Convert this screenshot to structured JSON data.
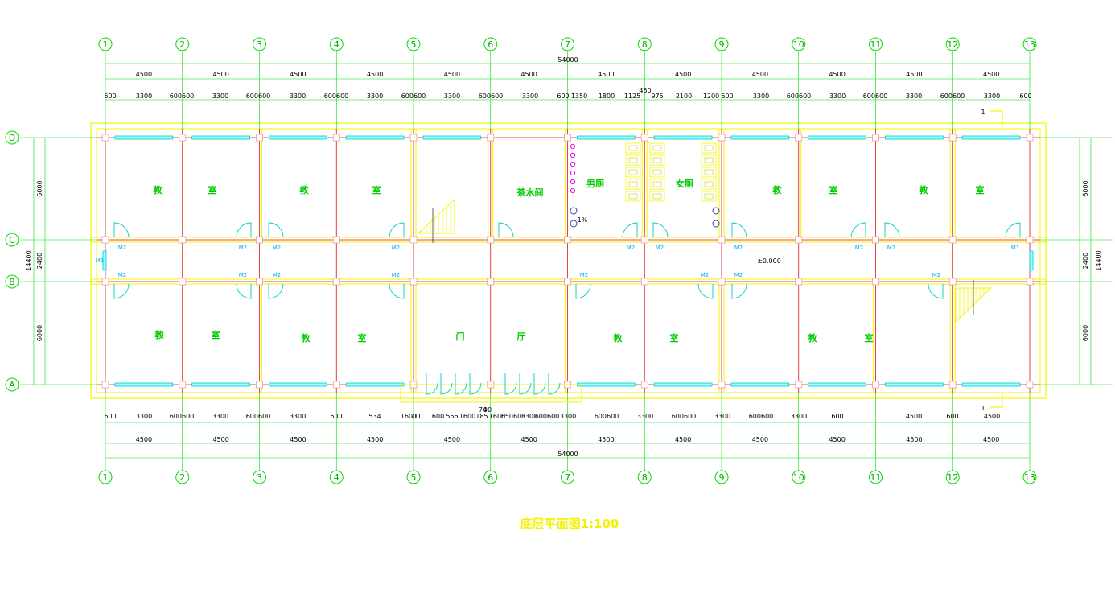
{
  "title": "底层平面图1:100",
  "axes_numbers": [
    "1",
    "2",
    "3",
    "4",
    "5",
    "6",
    "7",
    "8",
    "9",
    "10",
    "11",
    "12",
    "13"
  ],
  "axes_letters": [
    "D",
    "C",
    "B",
    "A"
  ],
  "dims": {
    "total": "54000",
    "bay": "4500",
    "top_detail": [
      "600",
      "3300",
      "600600",
      "3300",
      "600600",
      "3300",
      "600600",
      "3300",
      "600600",
      "3300",
      "600600",
      "3300",
      "600",
      "1350",
      "1800",
      "1125",
      "975",
      "2100",
      "1200",
      "600",
      "3300",
      "600600",
      "3300",
      "600600",
      "3300",
      "600600",
      "3300",
      "600"
    ],
    "top_450": "450",
    "bottom_detail": [
      "600",
      "3300",
      "600600",
      "3300",
      "600600",
      "3300",
      "600",
      "534",
      "1600",
      "200",
      "1600",
      "556",
      "1600",
      "185",
      "1600",
      "650600",
      "3300",
      "600600",
      "3300",
      "600600",
      "3300",
      "600600",
      "3300",
      "600600",
      "3300",
      "600",
      "4500"
    ],
    "bottom_74": "74",
    "bottom_90": "90",
    "left": [
      "6000",
      "2400",
      "6000"
    ],
    "left_total": "14400",
    "right": [
      "6000",
      "2400",
      "6000"
    ],
    "right_total": "14400"
  },
  "rooms": {
    "classroom_a": "教",
    "classroom_b": "室",
    "tea_room": "茶水间",
    "mens_wc": "男厕",
    "womens_wc": "女厕",
    "hall_a": "门",
    "hall_b": "厅"
  },
  "tags": {
    "m1": "M1",
    "m2": "M2"
  },
  "marks": {
    "elevation": "±0.000",
    "slope": "1%",
    "section": "1"
  }
}
